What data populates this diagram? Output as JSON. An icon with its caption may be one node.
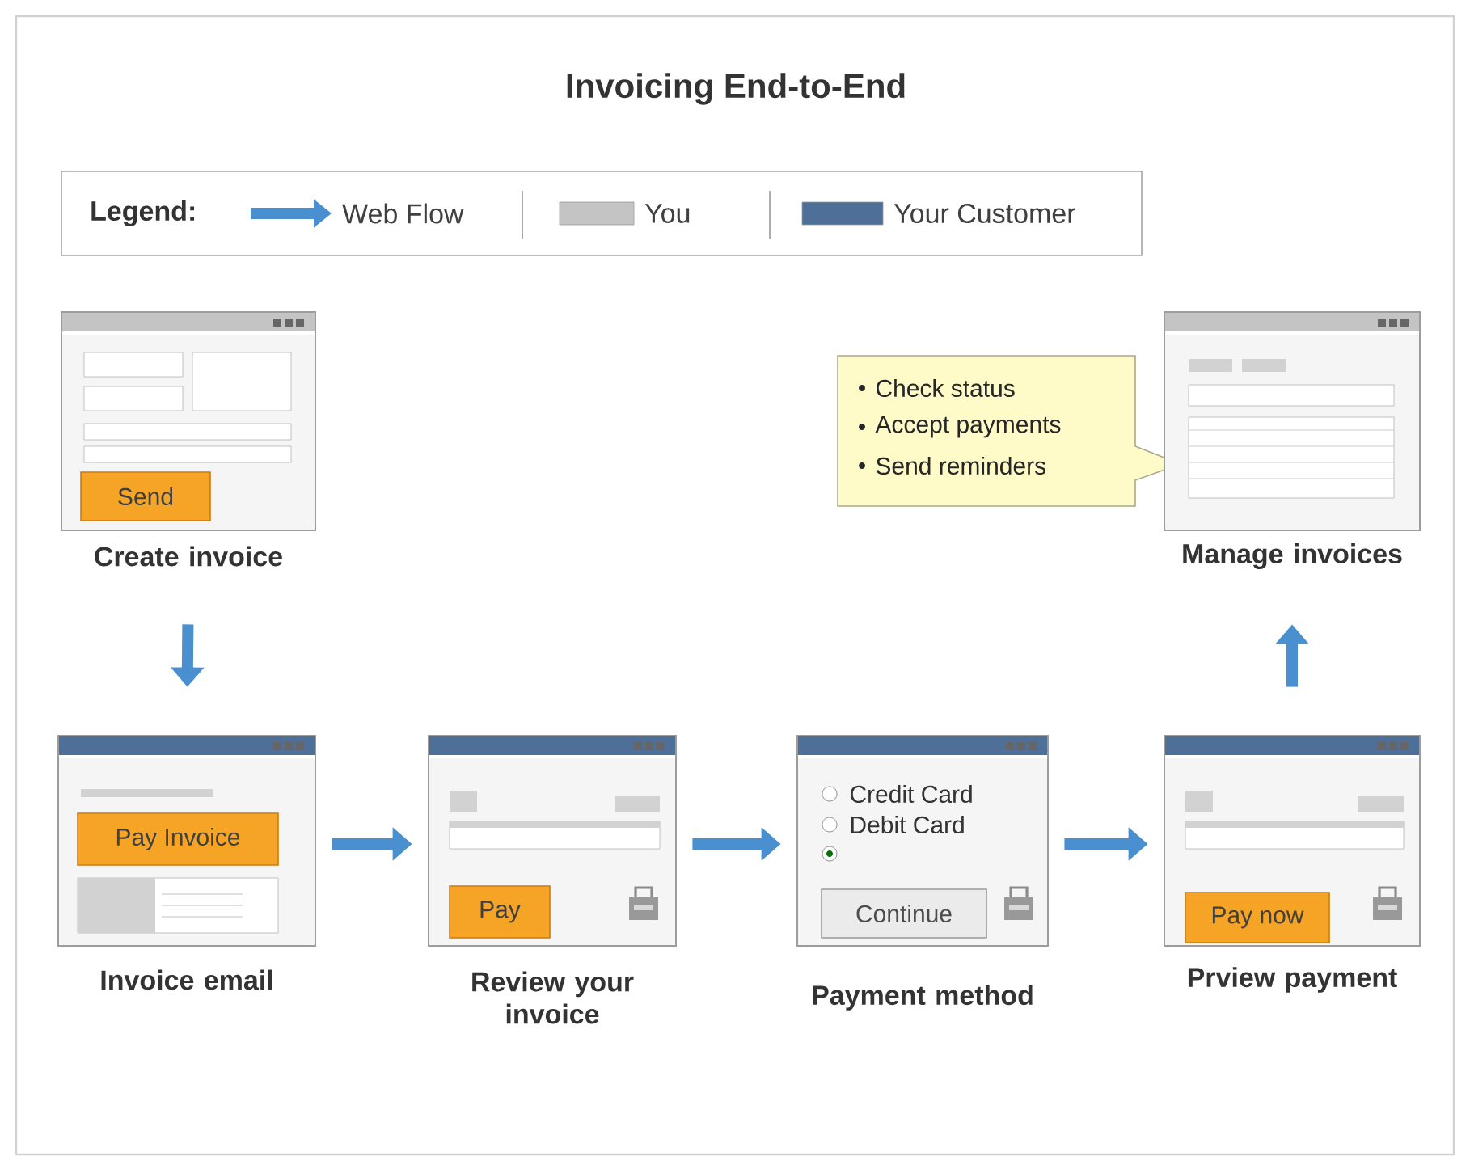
{
  "diagram": {
    "title": "Invoicing End-to-End",
    "nodes": [
      {
        "text": [
          "Create invoice"
        ]
      },
      {
        "text": [
          "Send"
        ],
        "in": 0
      },
      {
        "text": [
          "Check status",
          "Accept payments",
          "Send reminders"
        ]
      },
      {
        "text": [
          "Manage invoices"
        ]
      },
      {
        "text": [
          "Invoice email"
        ]
      },
      {
        "text": [
          "Pay Invoice"
        ],
        "in": 4
      },
      {
        "text": [
          "Review your invoice"
        ]
      },
      {
        "text": [
          "Pay"
        ],
        "in": 6
      },
      {
        "text": [
          "Payment method"
        ]
      },
      {
        "text": [
          "Continue"
        ],
        "in": 8
      },
      {
        "text": [
          "Prview payment"
        ]
      },
      {
        "text": [
          "Pay now"
        ],
        "in": 10
      }
    ],
    "edges": [
      {
        "from": 0,
        "to": 4,
        "arrow": "to"
      },
      {
        "from": 4,
        "to": 6,
        "arrow": "to"
      },
      {
        "from": 6,
        "to": 8,
        "arrow": "to"
      },
      {
        "from": 8,
        "to": 10,
        "arrow": "to"
      },
      {
        "from": 10,
        "to": 3,
        "arrow": "to"
      }
    ],
    "labels": [
      "Legend:",
      "Credit Card",
      "Debit Card"
    ],
    "legend": [
      {
        "text": "Web Flow"
      },
      {
        "text": "You",
        "color": "#c4c4c4"
      },
      {
        "text": "Your Customer",
        "color": "#4d6f98"
      }
    ]
  }
}
